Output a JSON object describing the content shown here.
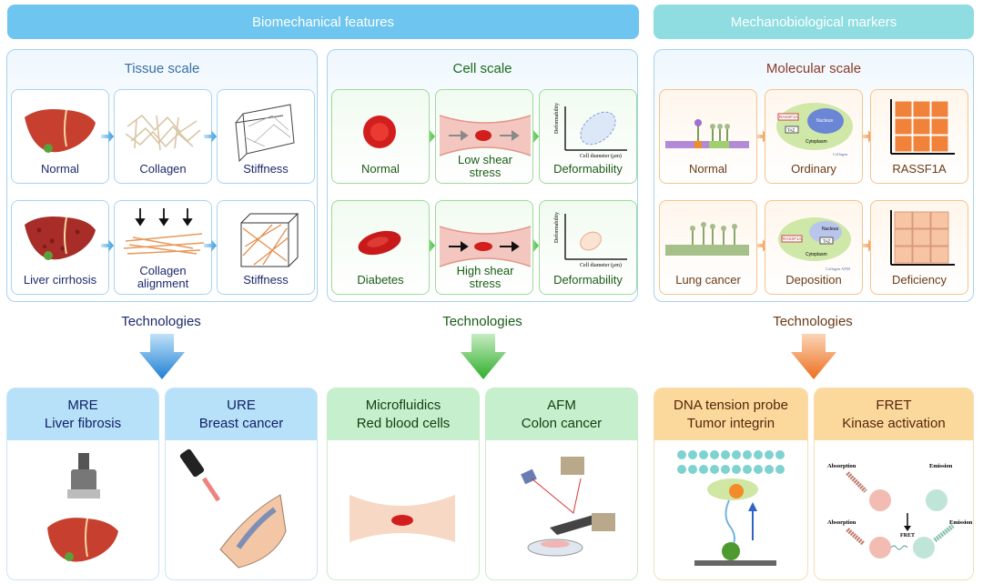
{
  "banners": {
    "biomechanical": "Biomechanical features",
    "mechanobiological": "Mechanobiological markers"
  },
  "panels": {
    "tissue": {
      "title": "Tissue scale",
      "row1": [
        "Normal",
        "Collagen",
        "Stiffness"
      ],
      "row2": [
        "Liver cirrhosis",
        "Collagen alignment",
        "Stiffness"
      ]
    },
    "cell": {
      "title": "Cell scale",
      "row1": [
        "Normal",
        "Low shear stress",
        "Deformability"
      ],
      "row2": [
        "Diabetes",
        "High shear stress",
        "Deformability"
      ],
      "plot_ylabel": "Deformability",
      "plot_xlabel": "Cell diameter (μm)"
    },
    "molecular": {
      "title": "Molecular scale",
      "row1": [
        "Normal",
        "Ordinary",
        "RASSF1A"
      ],
      "row2": [
        "Lung cancer",
        "Deposition",
        "Deficiency"
      ],
      "cell_labels": {
        "rassf1a": "RASSF1A",
        "nucleus": "Nucleus",
        "taz": "TAZ",
        "cytoplasm": "Cytoplasm",
        "collagen": "Collagen",
        "collagen_afm": "Collagen AFM"
      }
    }
  },
  "technologies_label": "Technologies",
  "tech_cards": [
    {
      "name": "MRE",
      "target": "Liver fibrosis"
    },
    {
      "name": "URE",
      "target": "Breast cancer"
    },
    {
      "name": "Microfluidics",
      "target": "Red blood cells"
    },
    {
      "name": "AFM",
      "target": "Colon cancer"
    },
    {
      "name": "DNA tension probe",
      "target": "Tumor integrin"
    },
    {
      "name": "FRET",
      "target": "Kinase activation"
    }
  ],
  "fret_labels": {
    "absorption": "Absorption",
    "emission": "Emission",
    "fret": "FRET"
  },
  "colors": {
    "blue": "#6cc4f1",
    "green": "#40b434",
    "orange": "#ef7f2a",
    "teal_banner": "#8fdde1"
  }
}
